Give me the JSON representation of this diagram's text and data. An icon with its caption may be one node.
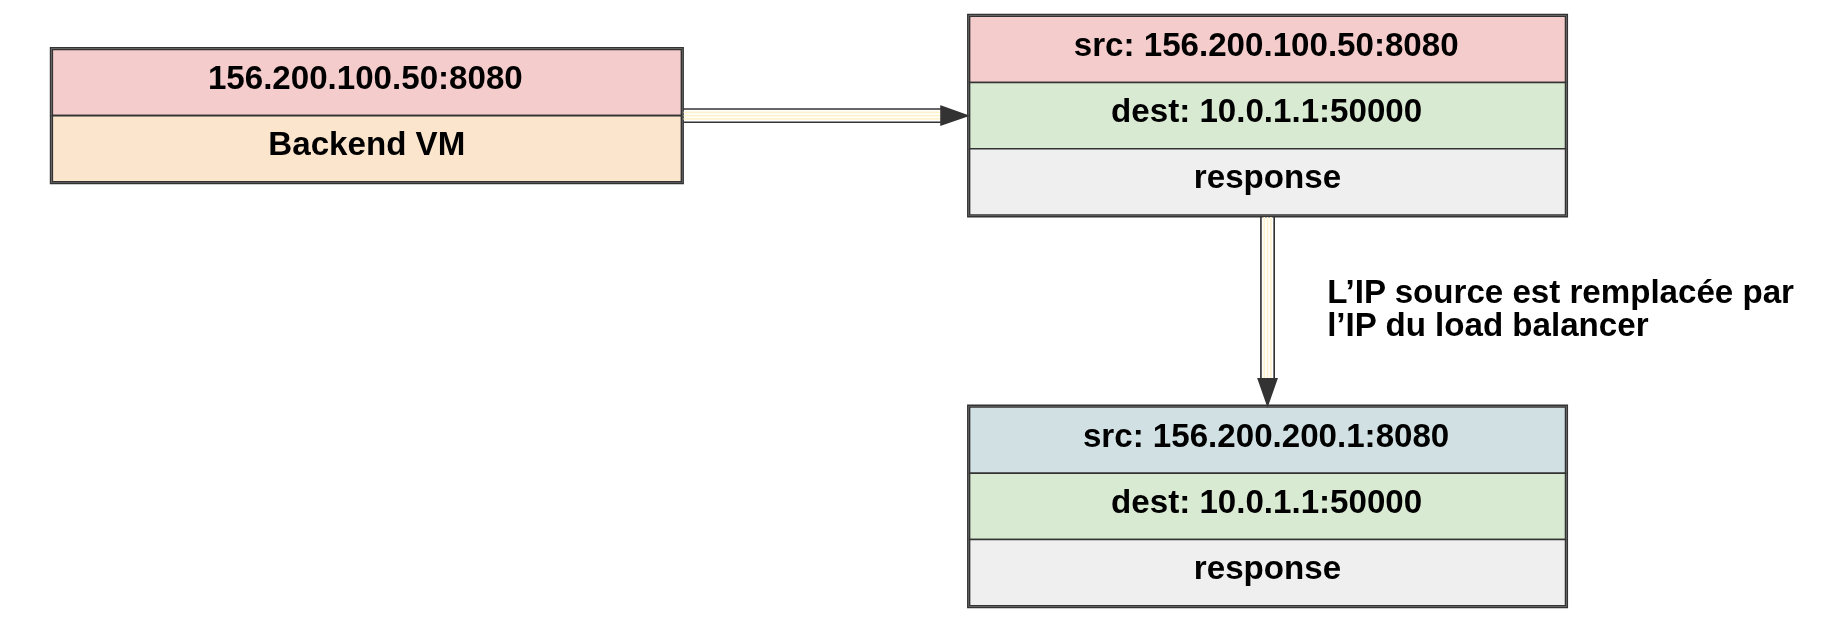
{
  "diagram": {
    "nodes": [
      {
        "text": [
          "156.200.100.50:8080",
          "Backend VM"
        ]
      },
      {
        "text": [
          "src: 156.200.100.50:8080",
          "dest: 10.0.1.1:50000",
          "response"
        ]
      },
      {
        "text": [
          "src: 156.200.200.1:8080",
          "dest: 10.0.1.1:50000",
          "response"
        ]
      }
    ],
    "edges": [
      {
        "from": 0,
        "to": 1,
        "arrow": "to"
      },
      {
        "from": 1,
        "to": 2,
        "arrow": "to",
        "label": "L’IP source est remplacée par l’IP du load balancer"
      }
    ]
  }
}
